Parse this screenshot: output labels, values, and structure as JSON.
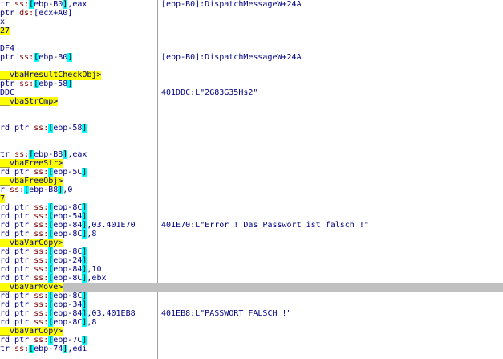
{
  "window": {
    "view": "disassembly-listing"
  },
  "colors": {
    "text": "#000080",
    "segment_prefix": "#800000",
    "bracket_highlight": "#00ffff",
    "call_highlight": "#ffff00",
    "selected_row": "#c0c0c0",
    "divider": "#a0a0a0"
  },
  "rows": [
    {
      "code": [
        {
          "t": "tr ",
          "s": "p"
        },
        {
          "t": "ss:",
          "s": "seg"
        },
        {
          "t": "[",
          "s": "br"
        },
        {
          "t": "ebp-B0",
          "s": "p"
        },
        {
          "t": "]",
          "s": "br"
        },
        {
          "t": ",eax",
          "s": "p"
        }
      ],
      "comment": "[ebp-B0]:DispatchMessageW+24A"
    },
    {
      "code": [
        {
          "t": "ptr ",
          "s": "p"
        },
        {
          "t": "ds:",
          "s": "seg"
        },
        {
          "t": "[ecx+A0]",
          "s": "p"
        }
      ],
      "comment": ""
    },
    {
      "code": [
        {
          "t": "x",
          "s": "p"
        }
      ],
      "comment": ""
    },
    {
      "code": [
        {
          "t": "27",
          "s": "hl"
        }
      ],
      "comment": ""
    },
    {
      "code": [],
      "comment": ""
    },
    {
      "code": [
        {
          "t": "DF4",
          "s": "p"
        }
      ],
      "comment": ""
    },
    {
      "code": [
        {
          "t": "ptr ",
          "s": "p"
        },
        {
          "t": "ss:",
          "s": "seg"
        },
        {
          "t": "[",
          "s": "br"
        },
        {
          "t": "ebp-B0",
          "s": "p"
        },
        {
          "t": "]",
          "s": "br"
        }
      ],
      "comment": "[ebp-B0]:DispatchMessageW+24A"
    },
    {
      "code": [],
      "comment": ""
    },
    {
      "code": [
        {
          "t": "__vbaHresultCheckObj>",
          "s": "hl"
        }
      ],
      "comment": ""
    },
    {
      "code": [
        {
          "t": "ptr ",
          "s": "p"
        },
        {
          "t": "ss:",
          "s": "seg"
        },
        {
          "t": "[",
          "s": "br"
        },
        {
          "t": "ebp-58",
          "s": "p"
        },
        {
          "t": "]",
          "s": "br"
        }
      ],
      "comment": ""
    },
    {
      "code": [
        {
          "t": "DDC",
          "s": "p"
        }
      ],
      "comment": "401DDC:L\"2G83G35Hs2\""
    },
    {
      "code": [
        {
          "t": "__vbaStrCmp>",
          "s": "hl"
        }
      ],
      "comment": ""
    },
    {
      "code": [],
      "comment": ""
    },
    {
      "code": [],
      "comment": ""
    },
    {
      "code": [
        {
          "t": "rd ptr ",
          "s": "p"
        },
        {
          "t": "ss:",
          "s": "seg"
        },
        {
          "t": "[",
          "s": "br"
        },
        {
          "t": "ebp-58",
          "s": "p"
        },
        {
          "t": "]",
          "s": "br"
        }
      ],
      "comment": ""
    },
    {
      "code": [],
      "comment": ""
    },
    {
      "code": [],
      "comment": ""
    },
    {
      "code": [
        {
          "t": "tr ",
          "s": "p"
        },
        {
          "t": "ss:",
          "s": "seg"
        },
        {
          "t": "[",
          "s": "br"
        },
        {
          "t": "ebp-B8",
          "s": "p"
        },
        {
          "t": "]",
          "s": "br"
        },
        {
          "t": ",eax",
          "s": "p"
        }
      ],
      "comment": ""
    },
    {
      "code": [
        {
          "t": "__vbaFreeStr>",
          "s": "hl"
        }
      ],
      "comment": ""
    },
    {
      "code": [
        {
          "t": "rd ptr ",
          "s": "p"
        },
        {
          "t": "ss:",
          "s": "seg"
        },
        {
          "t": "[",
          "s": "br"
        },
        {
          "t": "ebp-5C",
          "s": "p"
        },
        {
          "t": "]",
          "s": "br"
        }
      ],
      "comment": ""
    },
    {
      "code": [
        {
          "t": "__vbaFreeObj>",
          "s": "hl"
        }
      ],
      "comment": ""
    },
    {
      "code": [
        {
          "t": "r ",
          "s": "p"
        },
        {
          "t": "ss:",
          "s": "seg"
        },
        {
          "t": "[",
          "s": "br"
        },
        {
          "t": "ebp-B8",
          "s": "p"
        },
        {
          "t": "]",
          "s": "br"
        },
        {
          "t": ",0",
          "s": "p"
        }
      ],
      "comment": ""
    },
    {
      "code": [
        {
          "t": "7",
          "s": "hl"
        }
      ],
      "comment": ""
    },
    {
      "code": [
        {
          "t": "rd ptr ",
          "s": "p"
        },
        {
          "t": "ss:",
          "s": "seg"
        },
        {
          "t": "[",
          "s": "br"
        },
        {
          "t": "ebp-8C",
          "s": "p"
        },
        {
          "t": "]",
          "s": "br"
        }
      ],
      "comment": ""
    },
    {
      "code": [
        {
          "t": "rd ptr ",
          "s": "p"
        },
        {
          "t": "ss:",
          "s": "seg"
        },
        {
          "t": "[",
          "s": "br"
        },
        {
          "t": "ebp-54",
          "s": "p"
        },
        {
          "t": "]",
          "s": "br"
        }
      ],
      "comment": ""
    },
    {
      "code": [
        {
          "t": "rd ptr ",
          "s": "p"
        },
        {
          "t": "ss:",
          "s": "seg"
        },
        {
          "t": "[",
          "s": "br"
        },
        {
          "t": "ebp-84",
          "s": "p"
        },
        {
          "t": "]",
          "s": "br"
        },
        {
          "t": ",03.401E70",
          "s": "p"
        }
      ],
      "comment": "401E70:L\"Error ! Das Passwort ist falsch !\""
    },
    {
      "code": [
        {
          "t": "rd ptr ",
          "s": "p"
        },
        {
          "t": "ss:",
          "s": "seg"
        },
        {
          "t": "[",
          "s": "br"
        },
        {
          "t": "ebp-8C",
          "s": "p"
        },
        {
          "t": "]",
          "s": "br"
        },
        {
          "t": ",8",
          "s": "p"
        }
      ],
      "comment": ""
    },
    {
      "code": [
        {
          "t": "__vbaVarCopy>",
          "s": "hl"
        }
      ],
      "comment": ""
    },
    {
      "code": [
        {
          "t": "rd ptr ",
          "s": "p"
        },
        {
          "t": "ss:",
          "s": "seg"
        },
        {
          "t": "[",
          "s": "br"
        },
        {
          "t": "ebp-8C",
          "s": "p"
        },
        {
          "t": "]",
          "s": "br"
        }
      ],
      "comment": ""
    },
    {
      "code": [
        {
          "t": "rd ptr ",
          "s": "p"
        },
        {
          "t": "ss:",
          "s": "seg"
        },
        {
          "t": "[",
          "s": "br"
        },
        {
          "t": "ebp-24",
          "s": "p"
        },
        {
          "t": "]",
          "s": "br"
        }
      ],
      "comment": ""
    },
    {
      "code": [
        {
          "t": "rd ptr ",
          "s": "p"
        },
        {
          "t": "ss:",
          "s": "seg"
        },
        {
          "t": "[",
          "s": "br"
        },
        {
          "t": "ebp-84",
          "s": "p"
        },
        {
          "t": "]",
          "s": "br"
        },
        {
          "t": ",10",
          "s": "p"
        }
      ],
      "comment": ""
    },
    {
      "code": [
        {
          "t": "rd ptr ",
          "s": "p"
        },
        {
          "t": "ss:",
          "s": "seg"
        },
        {
          "t": "[",
          "s": "br"
        },
        {
          "t": "ebp-8C",
          "s": "p"
        },
        {
          "t": "]",
          "s": "br"
        },
        {
          "t": ",ebx",
          "s": "p"
        }
      ],
      "comment": ""
    },
    {
      "code": [
        {
          "t": "__vbaVarMove>",
          "s": "hl"
        }
      ],
      "comment": "",
      "selected": true
    },
    {
      "code": [
        {
          "t": "rd ptr ",
          "s": "p"
        },
        {
          "t": "ss:",
          "s": "seg"
        },
        {
          "t": "[",
          "s": "br"
        },
        {
          "t": "ebp-8C",
          "s": "p"
        },
        {
          "t": "]",
          "s": "br"
        }
      ],
      "comment": ""
    },
    {
      "code": [
        {
          "t": "rd ptr ",
          "s": "p"
        },
        {
          "t": "ss:",
          "s": "seg"
        },
        {
          "t": "[",
          "s": "br"
        },
        {
          "t": "ebp-34",
          "s": "p"
        },
        {
          "t": "]",
          "s": "br"
        }
      ],
      "comment": ""
    },
    {
      "code": [
        {
          "t": "rd ptr ",
          "s": "p"
        },
        {
          "t": "ss:",
          "s": "seg"
        },
        {
          "t": "[",
          "s": "br"
        },
        {
          "t": "ebp-84",
          "s": "p"
        },
        {
          "t": "]",
          "s": "br"
        },
        {
          "t": ",03.401EB8",
          "s": "p"
        }
      ],
      "comment": "401EB8:L\"PASSWORT FALSCH !\""
    },
    {
      "code": [
        {
          "t": "rd ptr ",
          "s": "p"
        },
        {
          "t": "ss:",
          "s": "seg"
        },
        {
          "t": "[",
          "s": "br"
        },
        {
          "t": "ebp-8C",
          "s": "p"
        },
        {
          "t": "]",
          "s": "br"
        },
        {
          "t": ",8",
          "s": "p"
        }
      ],
      "comment": ""
    },
    {
      "code": [
        {
          "t": "__vbaVarCopy>",
          "s": "hl"
        }
      ],
      "comment": ""
    },
    {
      "code": [
        {
          "t": "rd ptr ",
          "s": "p"
        },
        {
          "t": "ss:",
          "s": "seg"
        },
        {
          "t": "[",
          "s": "br"
        },
        {
          "t": "ebp-7C",
          "s": "p"
        },
        {
          "t": "]",
          "s": "br"
        }
      ],
      "comment": ""
    },
    {
      "code": [
        {
          "t": "tr ",
          "s": "p"
        },
        {
          "t": "ss:",
          "s": "seg"
        },
        {
          "t": "[",
          "s": "br"
        },
        {
          "t": "ebp-74",
          "s": "p"
        },
        {
          "t": "]",
          "s": "br"
        },
        {
          "t": ",edi",
          "s": "p"
        }
      ],
      "comment": ""
    }
  ]
}
